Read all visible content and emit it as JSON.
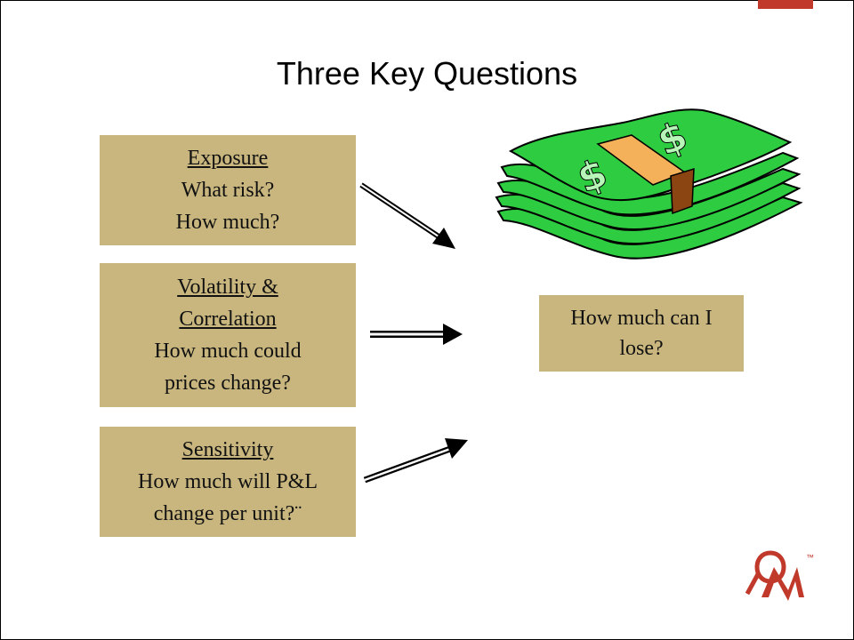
{
  "slide": {
    "title": "Three Key Questions"
  },
  "boxes": {
    "exposure": {
      "heading": "Exposure",
      "lines": [
        "What risk?",
        "How much?"
      ]
    },
    "volatility": {
      "heading_lines": [
        "Volatility &",
        "Correlation"
      ],
      "lines": [
        "How much could",
        "prices change?"
      ]
    },
    "sensitivity": {
      "heading": "Sensitivity",
      "lines": [
        "How much will P&L",
        "change per unit?¨"
      ]
    },
    "question": {
      "lines": [
        "How much can I",
        "lose?"
      ]
    }
  },
  "logo": {
    "text": "OM",
    "trademark": "™"
  },
  "colors": {
    "box_fill": "#c8b67e",
    "accent_red": "#c0392b",
    "money_green": "#2ecc40"
  }
}
